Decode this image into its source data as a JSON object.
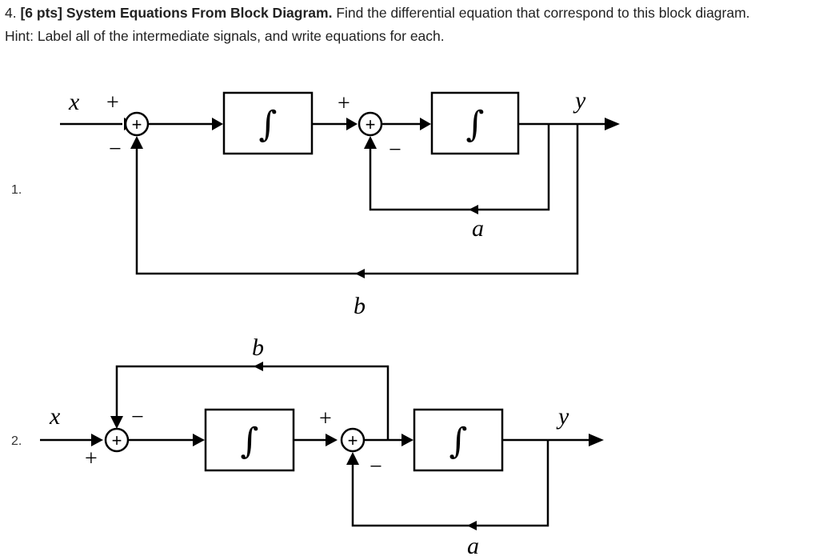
{
  "question": {
    "number": "4.",
    "points": "[6 pts]",
    "title": "System Equations From Block Diagram.",
    "prompt": "Find the differential equation that correspond to this block diagram.",
    "hint": "Hint: Label all of the intermediate signals, and write equations for each."
  },
  "diagram1": {
    "item_label": "1.",
    "input_label": "x",
    "output_label": "y",
    "gain_a": "a",
    "gain_b": "b",
    "integrator_symbol": "∫",
    "sum_symbol": "+",
    "sum1_plus": "+",
    "sum1_minus": "−",
    "sum2_plus": "+",
    "sum2_minus": "−"
  },
  "diagram2": {
    "item_label": "2.",
    "input_label": "x",
    "output_label": "y",
    "gain_a": "a",
    "gain_b": "b",
    "integrator_symbol": "∫",
    "sum_symbol": "+",
    "sum1_plus": "+",
    "sum1_minus": "−",
    "sum2_plus": "+",
    "sum2_minus": "−"
  }
}
